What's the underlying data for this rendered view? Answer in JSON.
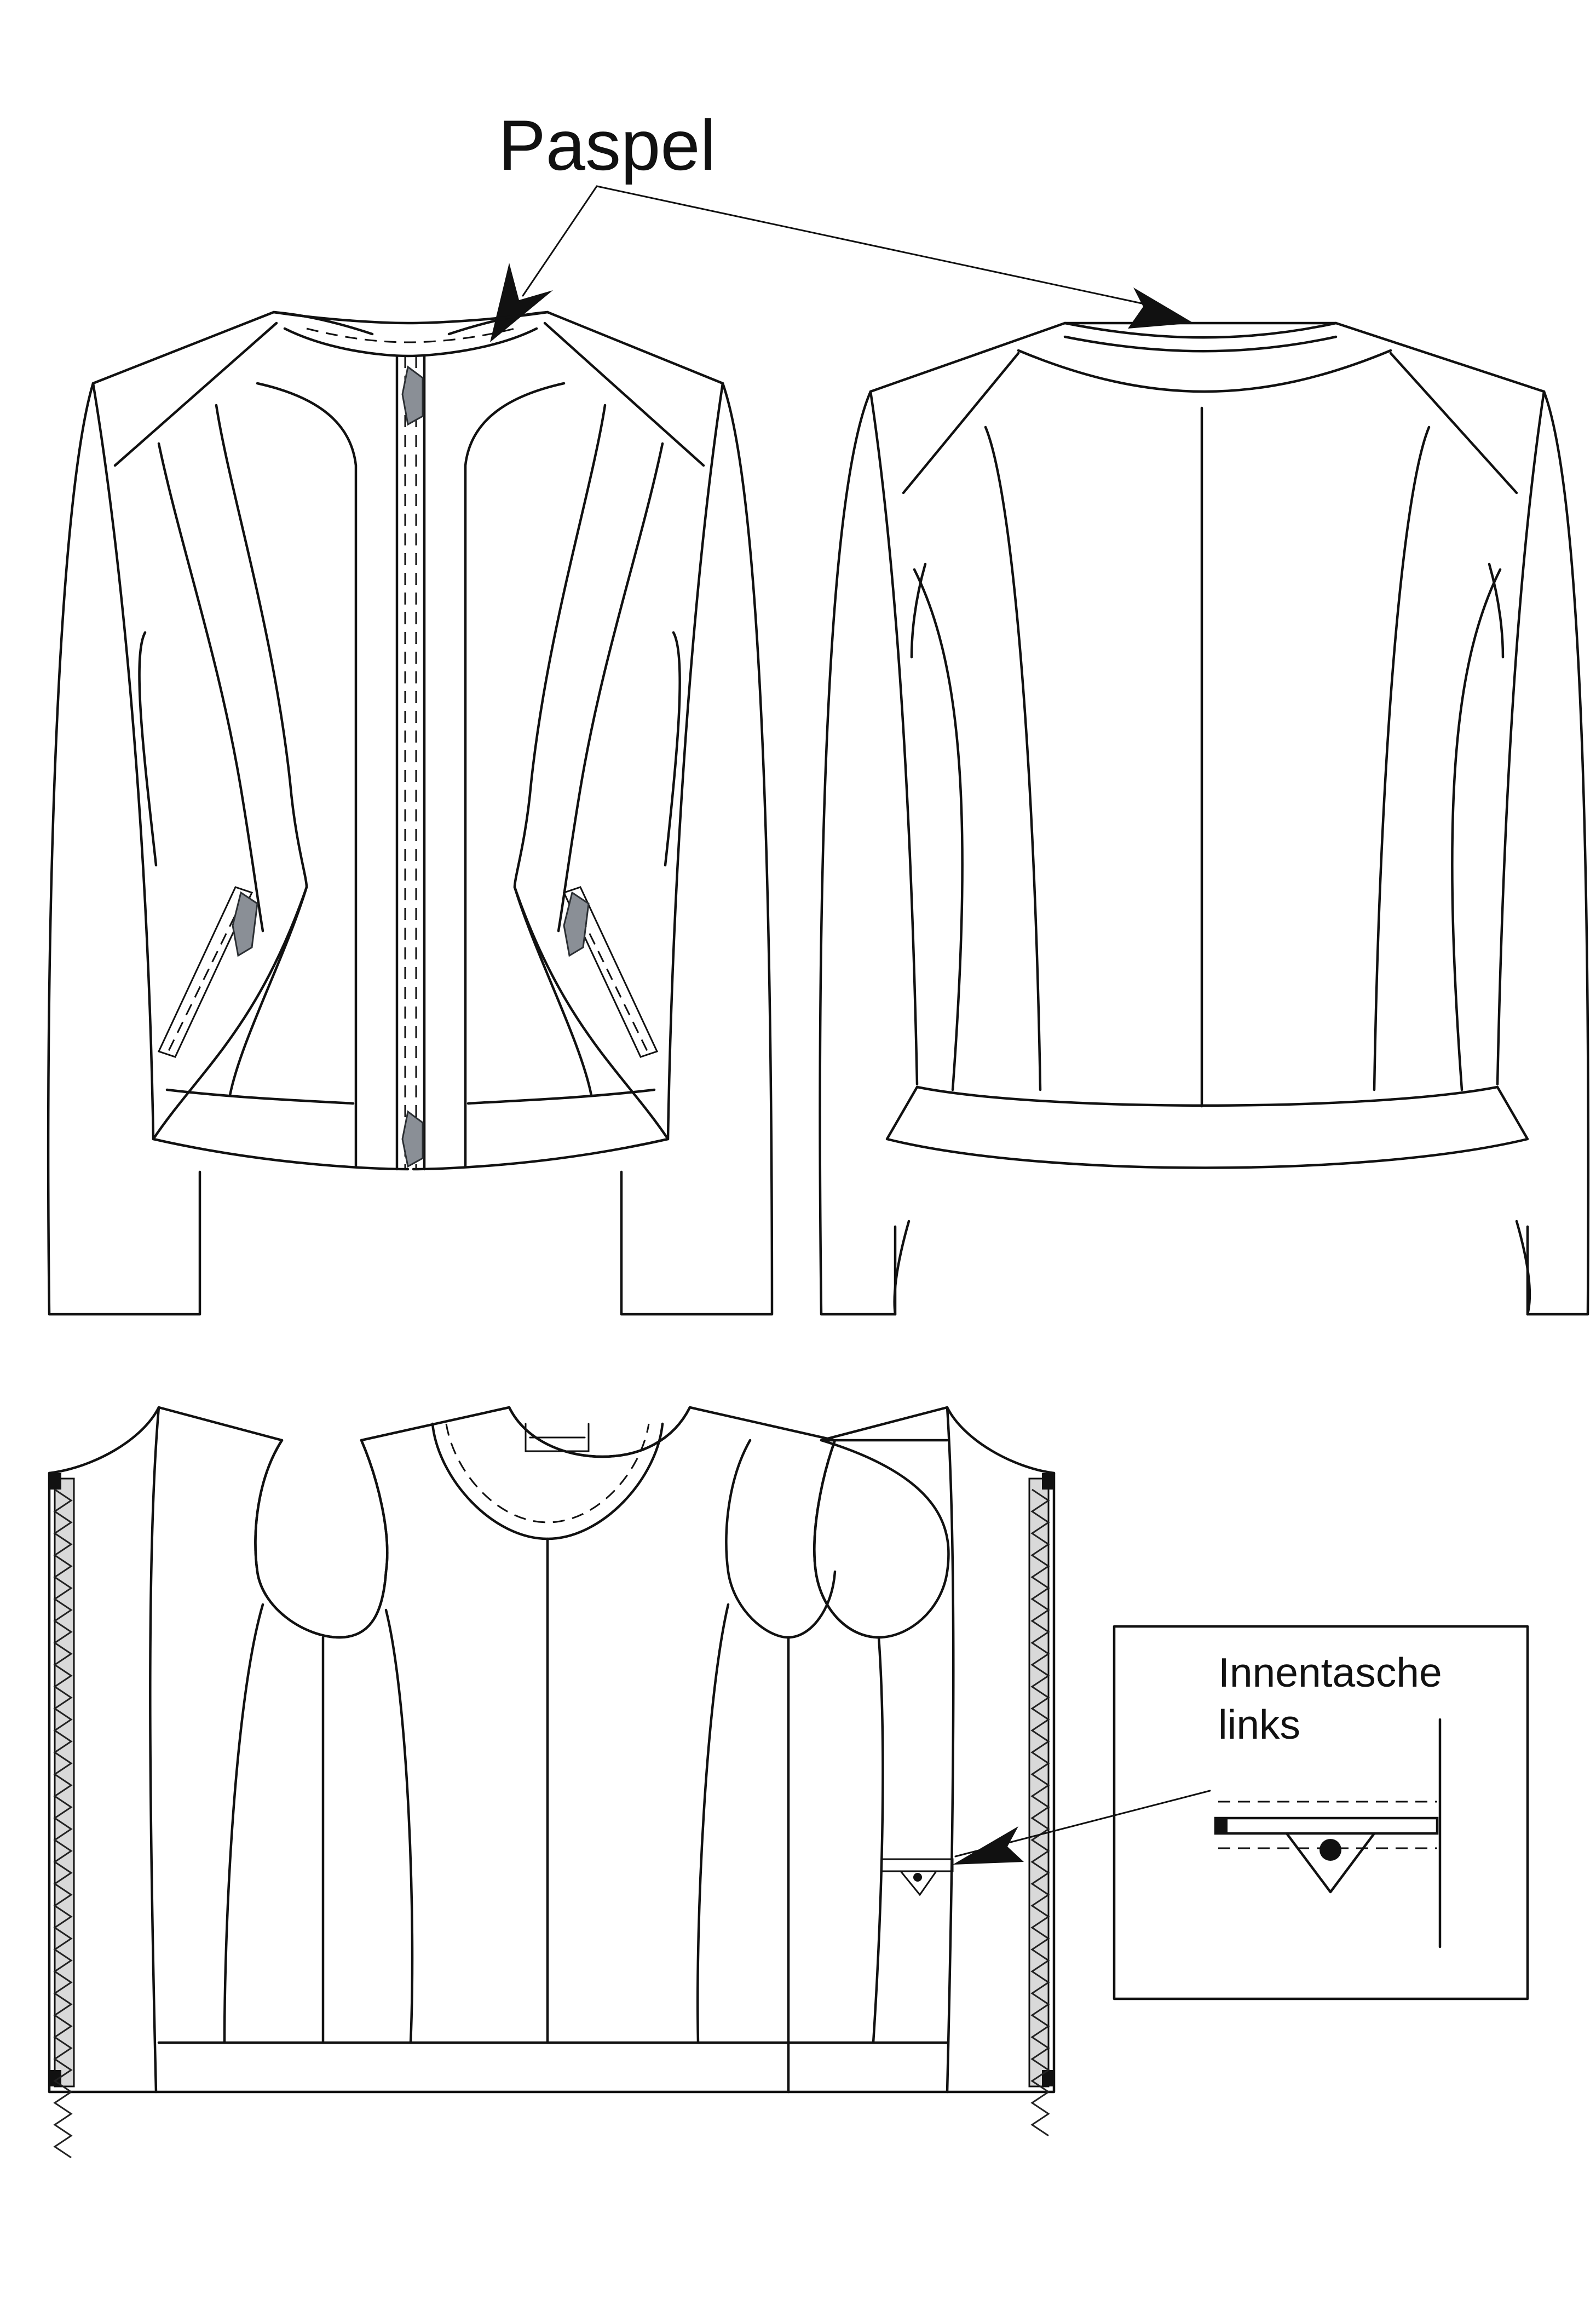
{
  "labels": {
    "paspel": "Paspel",
    "innentasche_line1": "Innentasche",
    "innentasche_line2": "links"
  },
  "colors": {
    "line": "#111111",
    "zipper_puller": "#8a8f96",
    "zipper_tape": "#d9d9d9",
    "background": "#ffffff"
  },
  "icons": {
    "zipper_puller": "zipper-puller-icon",
    "arrow": "arrow-head-icon"
  }
}
